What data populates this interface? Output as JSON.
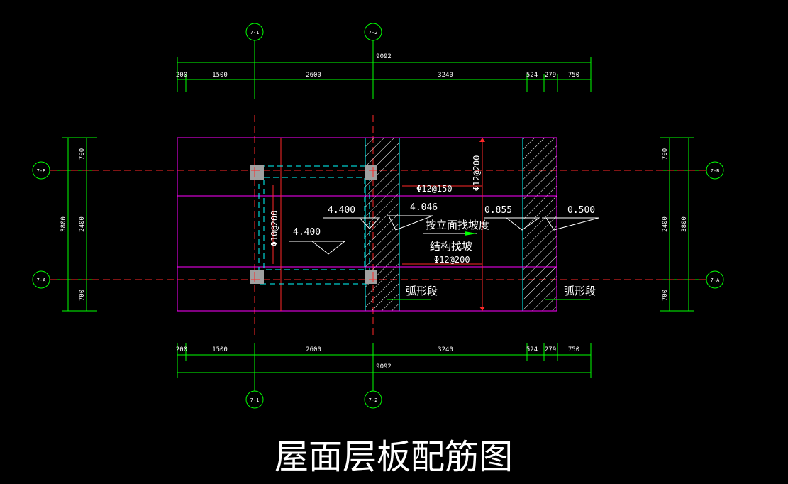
{
  "title": "屋面层板配筋图",
  "axes": {
    "top": [
      "7-1",
      "7-2"
    ],
    "bottom": [
      "7-1",
      "7-2"
    ],
    "left": [
      "7-B",
      "7-A"
    ],
    "right": [
      "7-B",
      "7-A"
    ]
  },
  "dimensions": {
    "top_total": "9092",
    "top_segments": [
      "200",
      "1500",
      "2600",
      "3240",
      "524",
      "279",
      "750"
    ],
    "bottom_total": "9092",
    "bottom_segments": [
      "200",
      "1500",
      "2600",
      "3240",
      "524",
      "279",
      "750"
    ],
    "left_outer": "3800",
    "left_inner": "2400",
    "left_top": "700",
    "left_bottom": "700",
    "right_outer": "3800",
    "right_inner": "2400",
    "right_top": "700",
    "right_bottom": "700"
  },
  "elevations": [
    "4.400",
    "4.400",
    "4.046",
    "0.855",
    "0.500"
  ],
  "notes": {
    "slope_by_elevation": "按立面找坡度",
    "structural_slope": "结构找坡",
    "arc_left": "弧形段",
    "arc_right": "弧形段"
  },
  "rebar": {
    "left_slab": "Φ10@200",
    "top_mid": "Φ12@150",
    "vertical_right": "Φ12@200",
    "bottom_mid": "Φ12@200"
  },
  "colors": {
    "background": "#000000",
    "axis": "#00ff00",
    "grid": "#ff2828",
    "slab_outline": "#ff00ff",
    "beam": "#00ffff",
    "text": "#ffffff"
  }
}
